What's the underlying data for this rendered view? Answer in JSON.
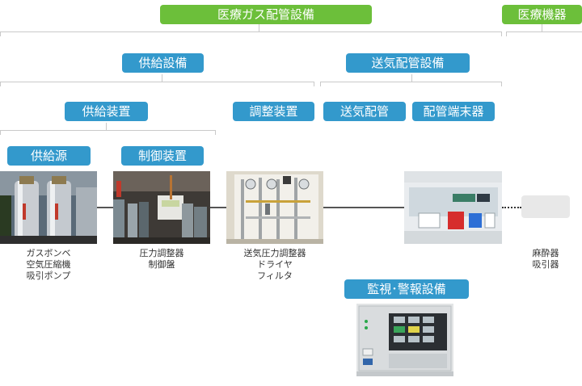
{
  "colors": {
    "green": "#6cbf3a",
    "blue": "#3399cc"
  },
  "top": {
    "title": "医療ガス配管設備",
    "medical_devices": "医療機器"
  },
  "level2": {
    "supply_facility": "供給設備",
    "delivery_piping_facility": "送気配管設備"
  },
  "level3": {
    "supply_device": "供給装置",
    "adjusting_device": "調整装置",
    "delivery_piping": "送気配管",
    "piping_terminal": "配管端末器"
  },
  "level4": {
    "supply_source": "供給源",
    "control_device": "制御装置"
  },
  "monitor": {
    "label": "監視･警報設備"
  },
  "captions": {
    "source": [
      "ガスボンベ",
      "空気圧縮機",
      "吸引ポンプ"
    ],
    "control": [
      "圧力調整器",
      "制御盤"
    ],
    "adjust": [
      "送気圧力調整器",
      "ドライヤ",
      "フィルタ"
    ],
    "device": [
      "麻酔器",
      "吸引器"
    ]
  }
}
